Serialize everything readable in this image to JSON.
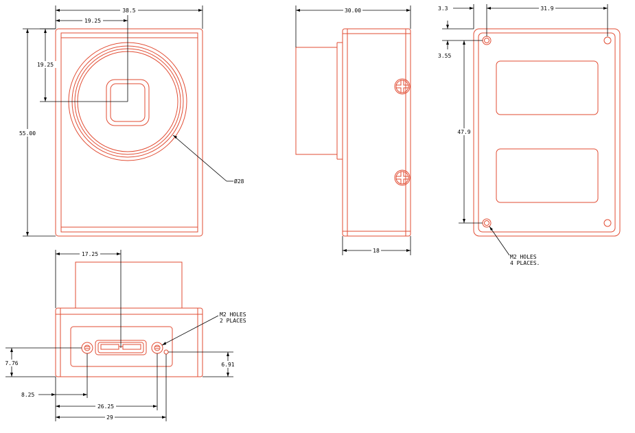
{
  "colors": {
    "outline": "#e14b32",
    "dimension": "#000000",
    "background": "#ffffff"
  },
  "front_view": {
    "width_label": "38.5",
    "half_width_label": "19.25",
    "half_height_label": "19.25",
    "height_label": "55.00",
    "lens_diameter_label": "Ø28"
  },
  "side_view": {
    "depth_label": "30.00",
    "body_depth_label": "18"
  },
  "back_view": {
    "edge_offset_label": "3.3",
    "hole_spacing_h_label": "31.9",
    "top_offset_label": "3.55",
    "hole_spacing_v_label": "47.9",
    "holes_note_line1": "M2 HOLES",
    "holes_note_line2": "4 PLACES."
  },
  "bottom_view": {
    "connector_offset_label": "17.25",
    "holes_note_line1": "M2 HOLES",
    "holes_note_line2": "2 PLACES",
    "hole_height_label": "7.76",
    "led_height_label": "6.91",
    "hole1_offset_label": "8.25",
    "hole2_offset_label": "26.25",
    "led_offset_label": "29"
  }
}
